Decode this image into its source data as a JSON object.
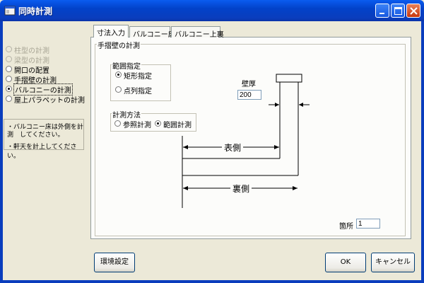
{
  "window": {
    "title": "同時計測"
  },
  "sidebar": {
    "items": [
      {
        "label": "柱型の計測",
        "selected": false,
        "disabled": true
      },
      {
        "label": "梁型の計測",
        "selected": false,
        "disabled": true
      },
      {
        "label": "開口の配置",
        "selected": false,
        "disabled": false
      },
      {
        "label": "手摺壁の計測",
        "selected": false,
        "disabled": false
      },
      {
        "label": "バルコニーの計測",
        "selected": true,
        "disabled": false
      },
      {
        "label": "屋上パラペットの計測",
        "selected": false,
        "disabled": false
      }
    ],
    "notes": [
      "・バルコニー床は外側を計測　してください。",
      "・軒天を計上してください。"
    ]
  },
  "tabs": [
    {
      "label": "寸法入力",
      "active": true
    },
    {
      "label": "バルコニー床",
      "active": false
    },
    {
      "label": "バルコニー上裏",
      "active": false
    }
  ],
  "main": {
    "section_title": "手摺壁の計測",
    "range_group": {
      "title": "範囲指定",
      "options": [
        {
          "label": "矩形指定",
          "selected": true
        },
        {
          "label": "点列指定",
          "selected": false
        }
      ]
    },
    "method_group": {
      "title": "計測方法",
      "options": [
        {
          "label": "参照計測",
          "selected": false
        },
        {
          "label": "範囲計測",
          "selected": true
        }
      ]
    },
    "wall_thickness": {
      "label": "壁厚",
      "value": "200"
    },
    "diagram": {
      "outer_label": "表側",
      "inner_label": "裏側"
    },
    "count": {
      "label": "箇所",
      "value": "1"
    }
  },
  "buttons": {
    "settings": "環境設定",
    "ok": "OK",
    "cancel": "キャンセル"
  }
}
